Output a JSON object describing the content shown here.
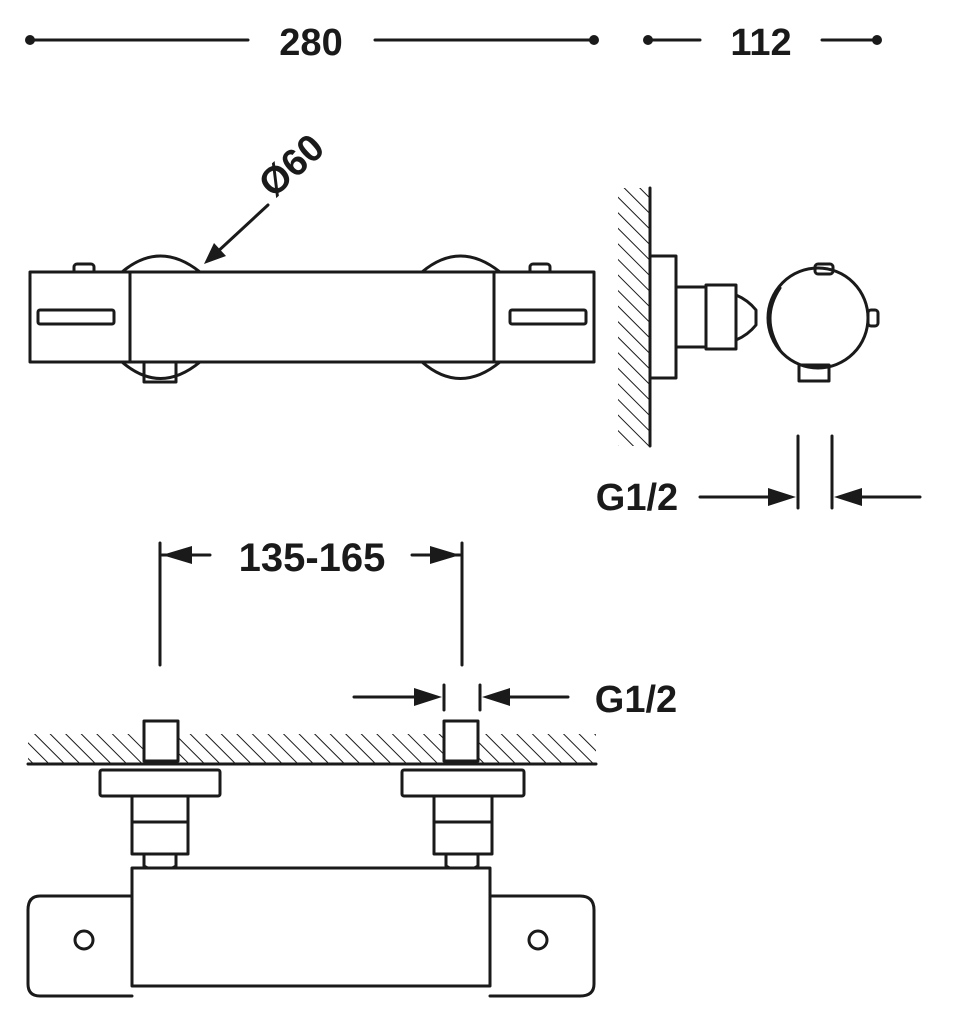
{
  "dimensions": {
    "overall_width": "280",
    "depth": "112",
    "diameter": "Ø60",
    "center_distance": "135-165",
    "connection_side": "G1/2",
    "connection_bottom": "G1/2"
  },
  "colors": {
    "line": "#1a1a1a",
    "background": "#ffffff"
  }
}
